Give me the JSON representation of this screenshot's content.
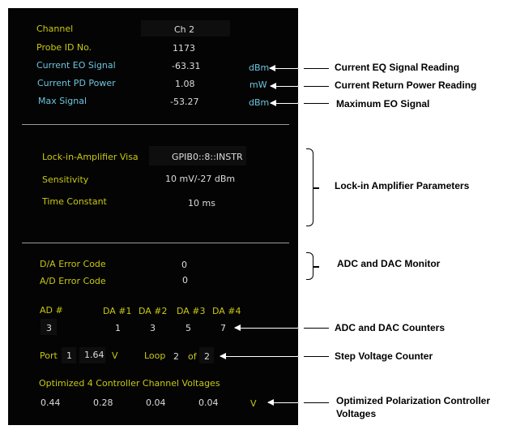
{
  "top": {
    "channel_label": "Channel",
    "channel_value": "Ch 2",
    "probe_label": "Probe ID No.",
    "probe_value": "1173",
    "eo_label": "Current EO Signal",
    "eo_value": "-63.31",
    "eo_unit": "dBm",
    "pd_label": "Current PD Power",
    "pd_value": "1.08",
    "pd_unit": "mW",
    "max_label": "Max Signal",
    "max_value": "-53.27",
    "max_unit": "dBm"
  },
  "lockin": {
    "visa_label": "Lock-in-Amplifier Visa",
    "visa_value": "GPIB0::8::INSTR",
    "sens_label": "Sensitivity",
    "sens_value": "10 mV/-27 dBm",
    "tc_label": "Time Constant",
    "tc_value": "10 ms"
  },
  "monitor": {
    "da_label": "D/A Error Code",
    "da_value": "0",
    "ad_label": "A/D Error Code",
    "ad_value": "0"
  },
  "counters": {
    "ad_label": "AD #",
    "ad_value": "3",
    "da_labels": [
      "DA #1",
      "DA #2",
      "DA #3",
      "DA #4"
    ],
    "da_values": [
      "1",
      "3",
      "5",
      "7"
    ]
  },
  "step": {
    "port_label": "Port",
    "port_value": "1",
    "voltage": "1.64",
    "unit": "V",
    "loop_label": "Loop",
    "loop_value": "2",
    "of_label": "of",
    "loop_total": "2"
  },
  "optimized": {
    "title": "Optimized 4 Controller Channel Voltages",
    "values": [
      "0.44",
      "0.28",
      "0.04",
      "0.04"
    ],
    "unit": "V"
  },
  "annotations": {
    "eo": "Current EQ Signal Reading",
    "power": "Current Return Power Reading",
    "max": "Maximum EO Signal",
    "lockin": "Lock-in Amplifier Parameters",
    "monitor": "ADC and DAC Monitor",
    "counters": "ADC and DAC Counters",
    "step": "Step Voltage Counter",
    "optimized_line1": "Optimized Polarization Controller",
    "optimized_line2": "Voltages"
  }
}
